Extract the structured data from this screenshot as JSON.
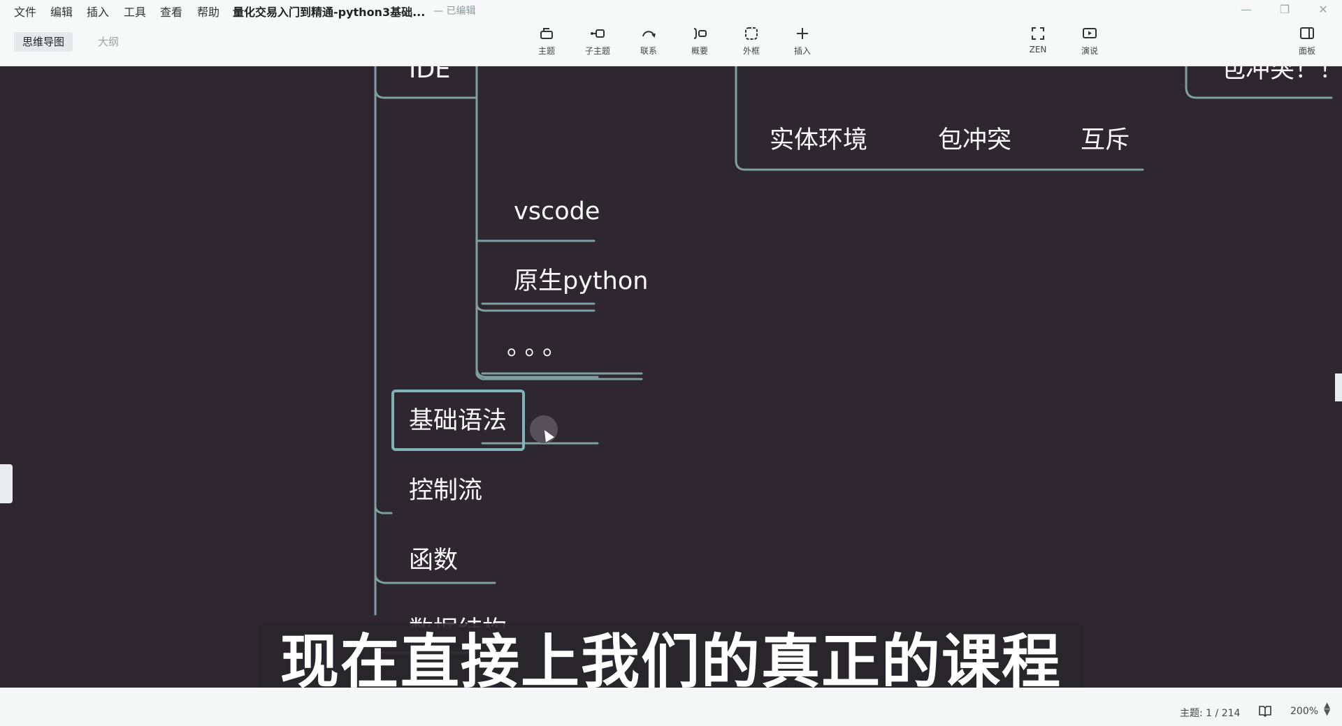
{
  "menu": {
    "items": [
      "文件",
      "编辑",
      "插入",
      "工具",
      "查看",
      "帮助"
    ]
  },
  "document": {
    "title": "量化交易入门到精通-python3基础...",
    "status": "— 已编辑"
  },
  "views": {
    "mindmap": "思维导图",
    "outline": "大纲"
  },
  "toolbar": {
    "topic": "主题",
    "subtopic": "子主题",
    "relation": "联系",
    "summary": "概要",
    "boundary": "外框",
    "insert": "插入",
    "zen": "ZEN",
    "present": "演说",
    "panel": "面板"
  },
  "mindmap": {
    "nodes": {
      "ide": "IDE",
      "vscode": "vscode",
      "native_python": "原生python",
      "ellipsis": "。。。",
      "basic_syntax": "基础语法",
      "control_flow": "控制流",
      "functions": "函数",
      "data_structures": "数据结构",
      "entity_env": "实体环境",
      "pkg_conflict": "包冲突",
      "mutex": "互斥",
      "pkg_conflict_excl": "包冲突！！"
    },
    "colors": {
      "background": "#2e2730",
      "line": "#7fa0a2",
      "selected": "#7fb3b5",
      "text": "#fbf9fb"
    }
  },
  "subtitle": {
    "text": "现在直接上我们的真正的课程"
  },
  "status": {
    "topic_count": "主题: 1 / 214",
    "zoom": "200%"
  }
}
